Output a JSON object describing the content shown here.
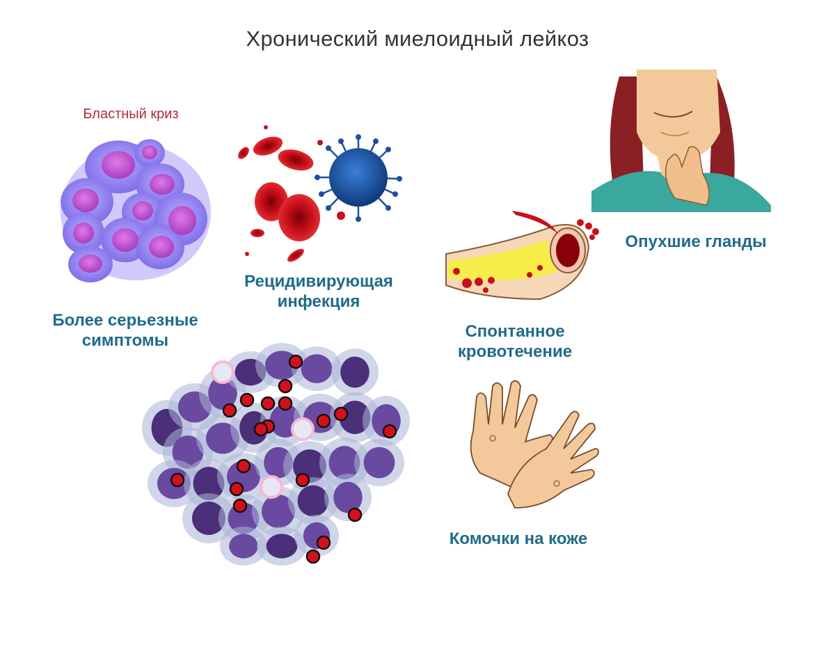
{
  "title": "Хронический миелоидный лейкоз",
  "labels": {
    "blast_crisis": "Бластный криз",
    "severe_symptoms": "Более серьезные симптомы",
    "recurrent_infection": "Рецидивирующая инфекция",
    "swollen_glands": "Опухшие гланды",
    "spontaneous_bleeding": "Спонтанное кровотечение",
    "skin_lumps": "Комочки на коже"
  },
  "colors": {
    "label": "#1f6b8a",
    "accent_red": "#b02a3a",
    "blast_cell": "#8f7df0",
    "blast_nucleus": "#c852d6",
    "virus": "#1d4f9c",
    "blood": "#c8101a",
    "cell_purple": "#5c3f8e",
    "skin": "#f3c89a",
    "hair": "#8a1f24",
    "shirt": "#3aa89c",
    "fat": "#f6ec4a"
  },
  "icons": [
    "blast-cells-illustration",
    "blood-virus-illustration",
    "swollen-glands-illustration",
    "bleeding-vessel-illustration",
    "bone-marrow-smear-illustration",
    "hands-lumps-illustration"
  ]
}
